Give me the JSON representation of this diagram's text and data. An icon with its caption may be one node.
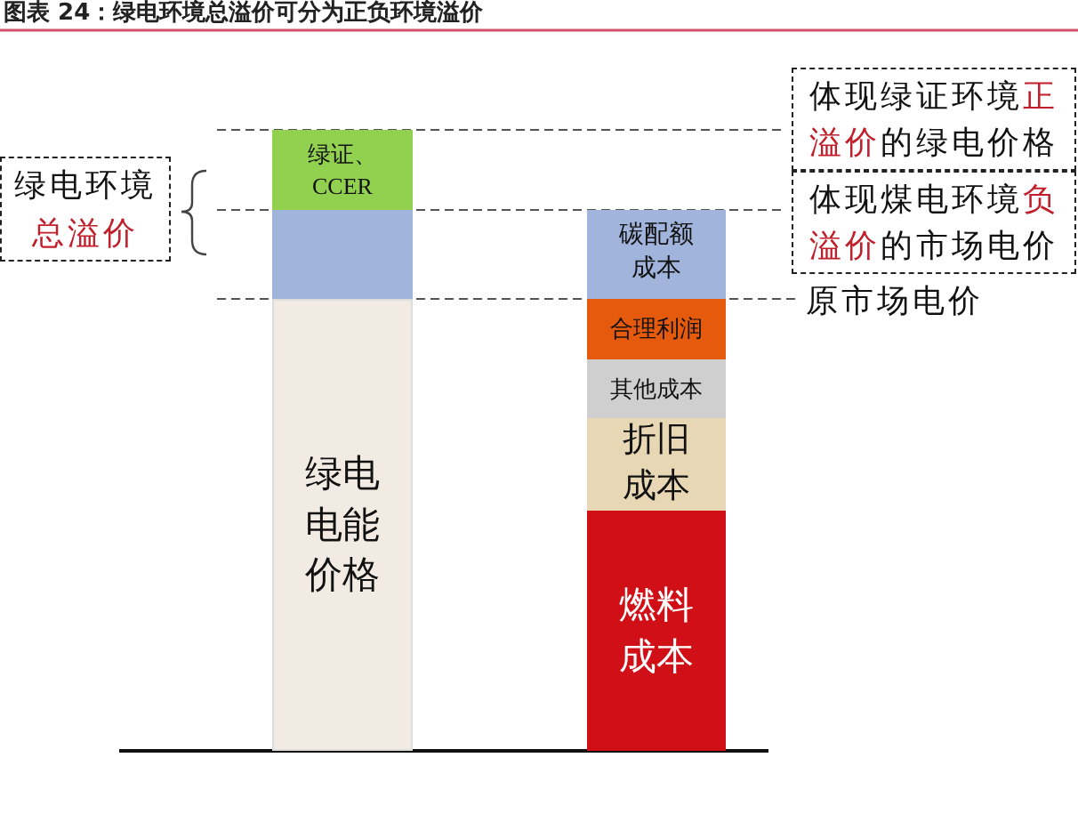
{
  "diagram": {
    "title": "图表 24：绿电环境总溢价可分为正负环境溢价",
    "nodes": [
      {
        "text": [
          "绿证、CCER"
        ]
      },
      {
        "text": [],
        "shape": "bar"
      },
      {
        "text": [
          "绿电电能价格"
        ]
      },
      {
        "text": [
          "碳配额成本"
        ]
      },
      {
        "text": [
          "合理利润"
        ]
      },
      {
        "text": [
          "其他成本"
        ]
      },
      {
        "text": [
          "折旧成本"
        ]
      },
      {
        "text": [
          "燃料成本"
        ]
      },
      {
        "text": [
          "绿电环境",
          "总溢价"
        ]
      },
      {
        "text": [
          "体现绿证环境",
          "正溢价",
          "的绿电价格"
        ]
      },
      {
        "text": [
          "体现煤电环境",
          "负溢价",
          "的市场电价"
        ]
      }
    ],
    "labels": [
      "原市场电价"
    ]
  }
}
